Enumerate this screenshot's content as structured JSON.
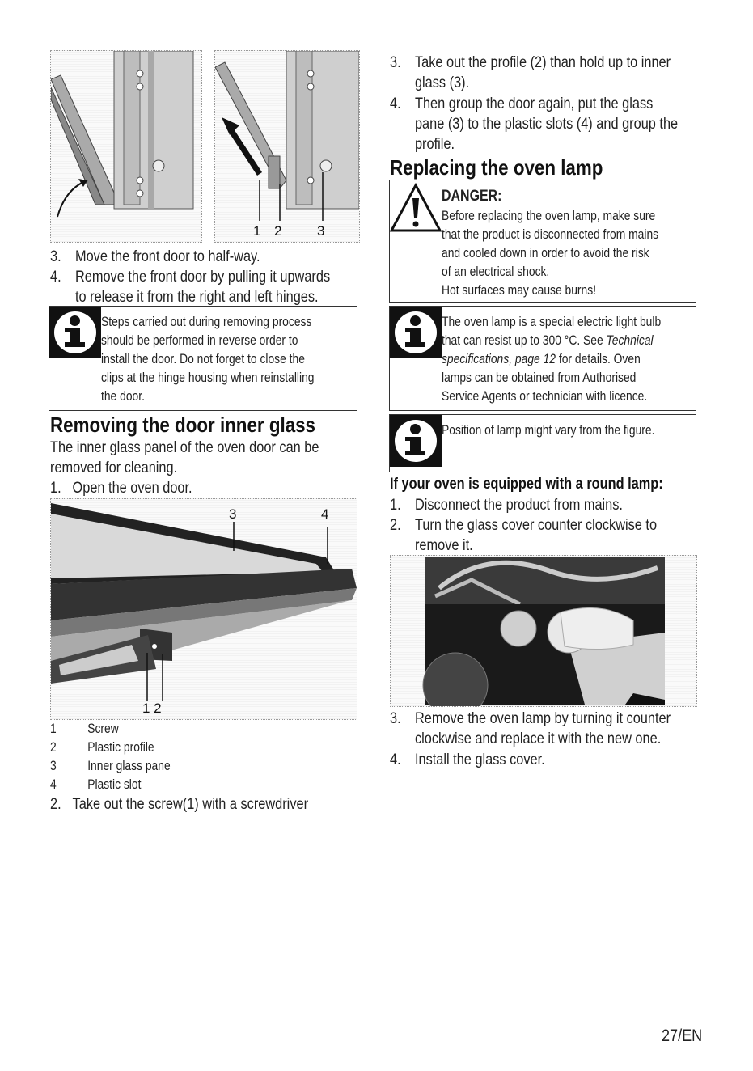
{
  "left": {
    "fig_door_hinge": {
      "labels": [
        "1",
        "2",
        "3"
      ]
    },
    "steps_a": [
      {
        "n": "3.",
        "lines": [
          "Move the front door to half-way."
        ]
      },
      {
        "n": "4.",
        "lines": [
          "Remove the front door by pulling it upwards",
          "to release it from the right and left hinges."
        ]
      }
    ],
    "note_1": {
      "lines": [
        "Steps carried out during removing process",
        "should be performed in reverse order to",
        "install the door. Do not forget to close the",
        "clips at the hinge housing when reinstalling",
        "the door."
      ]
    },
    "heading_inner_glass": "Removing the door inner glass",
    "intro_lines": [
      "The inner glass panel of the oven door can be",
      "removed for cleaning."
    ],
    "step_1": {
      "n": "1.",
      "text": "Open the oven door."
    },
    "fig_inner_glass": {
      "labels": [
        "3",
        "4",
        "1 2"
      ]
    },
    "legend": [
      {
        "k": "1",
        "v": "Screw"
      },
      {
        "k": "2",
        "v": "Plastic profile"
      },
      {
        "k": "3",
        "v": "Inner glass pane"
      },
      {
        "k": "4",
        "v": "Plastic slot"
      }
    ],
    "step_2": {
      "n": "2.",
      "text": "Take out the screw(1) with a screwdriver"
    }
  },
  "right": {
    "steps_b": [
      {
        "n": "3.",
        "lines": [
          "Take out the profile (2) than hold up to inner",
          "glass (3)."
        ]
      },
      {
        "n": "4.",
        "lines": [
          "Then group the door again, put the glass",
          "pane (3) to the plastic slots (4) and group the",
          "profile."
        ]
      }
    ],
    "heading_lamp": "Replacing the oven lamp",
    "danger": {
      "title": "DANGER:",
      "lines": [
        "Before replacing the oven lamp, make sure",
        "that the product is disconnected from mains",
        "and cooled down in order to avoid the risk",
        "of an electrical shock.",
        "Hot surfaces may cause burns!"
      ]
    },
    "note_2": {
      "l1": "The oven lamp is a special electric light bulb",
      "l2": "that can resist up to 300 °C. See ",
      "l2_italic": "Technical",
      "l3_italic": "specifications, page 12",
      "l3": " for details. Oven",
      "l4": "lamps can be obtained from Authorised",
      "l5": "Service Agents or technician with licence."
    },
    "note_3": {
      "text": "Position of lamp might vary from the figure."
    },
    "subheading": "If your oven is equipped with a round lamp:",
    "steps_c": [
      {
        "n": "1.",
        "lines": [
          "Disconnect the product from mains."
        ]
      },
      {
        "n": "2.",
        "lines": [
          "Turn the glass cover counter clockwise to",
          "remove it."
        ]
      }
    ],
    "steps_d": [
      {
        "n": "3.",
        "lines": [
          "Remove the oven lamp by turning it counter",
          "clockwise and replace it with the new one."
        ]
      },
      {
        "n": "4.",
        "lines": [
          "Install the glass cover."
        ]
      }
    ]
  },
  "footer": {
    "page": "27/EN"
  }
}
